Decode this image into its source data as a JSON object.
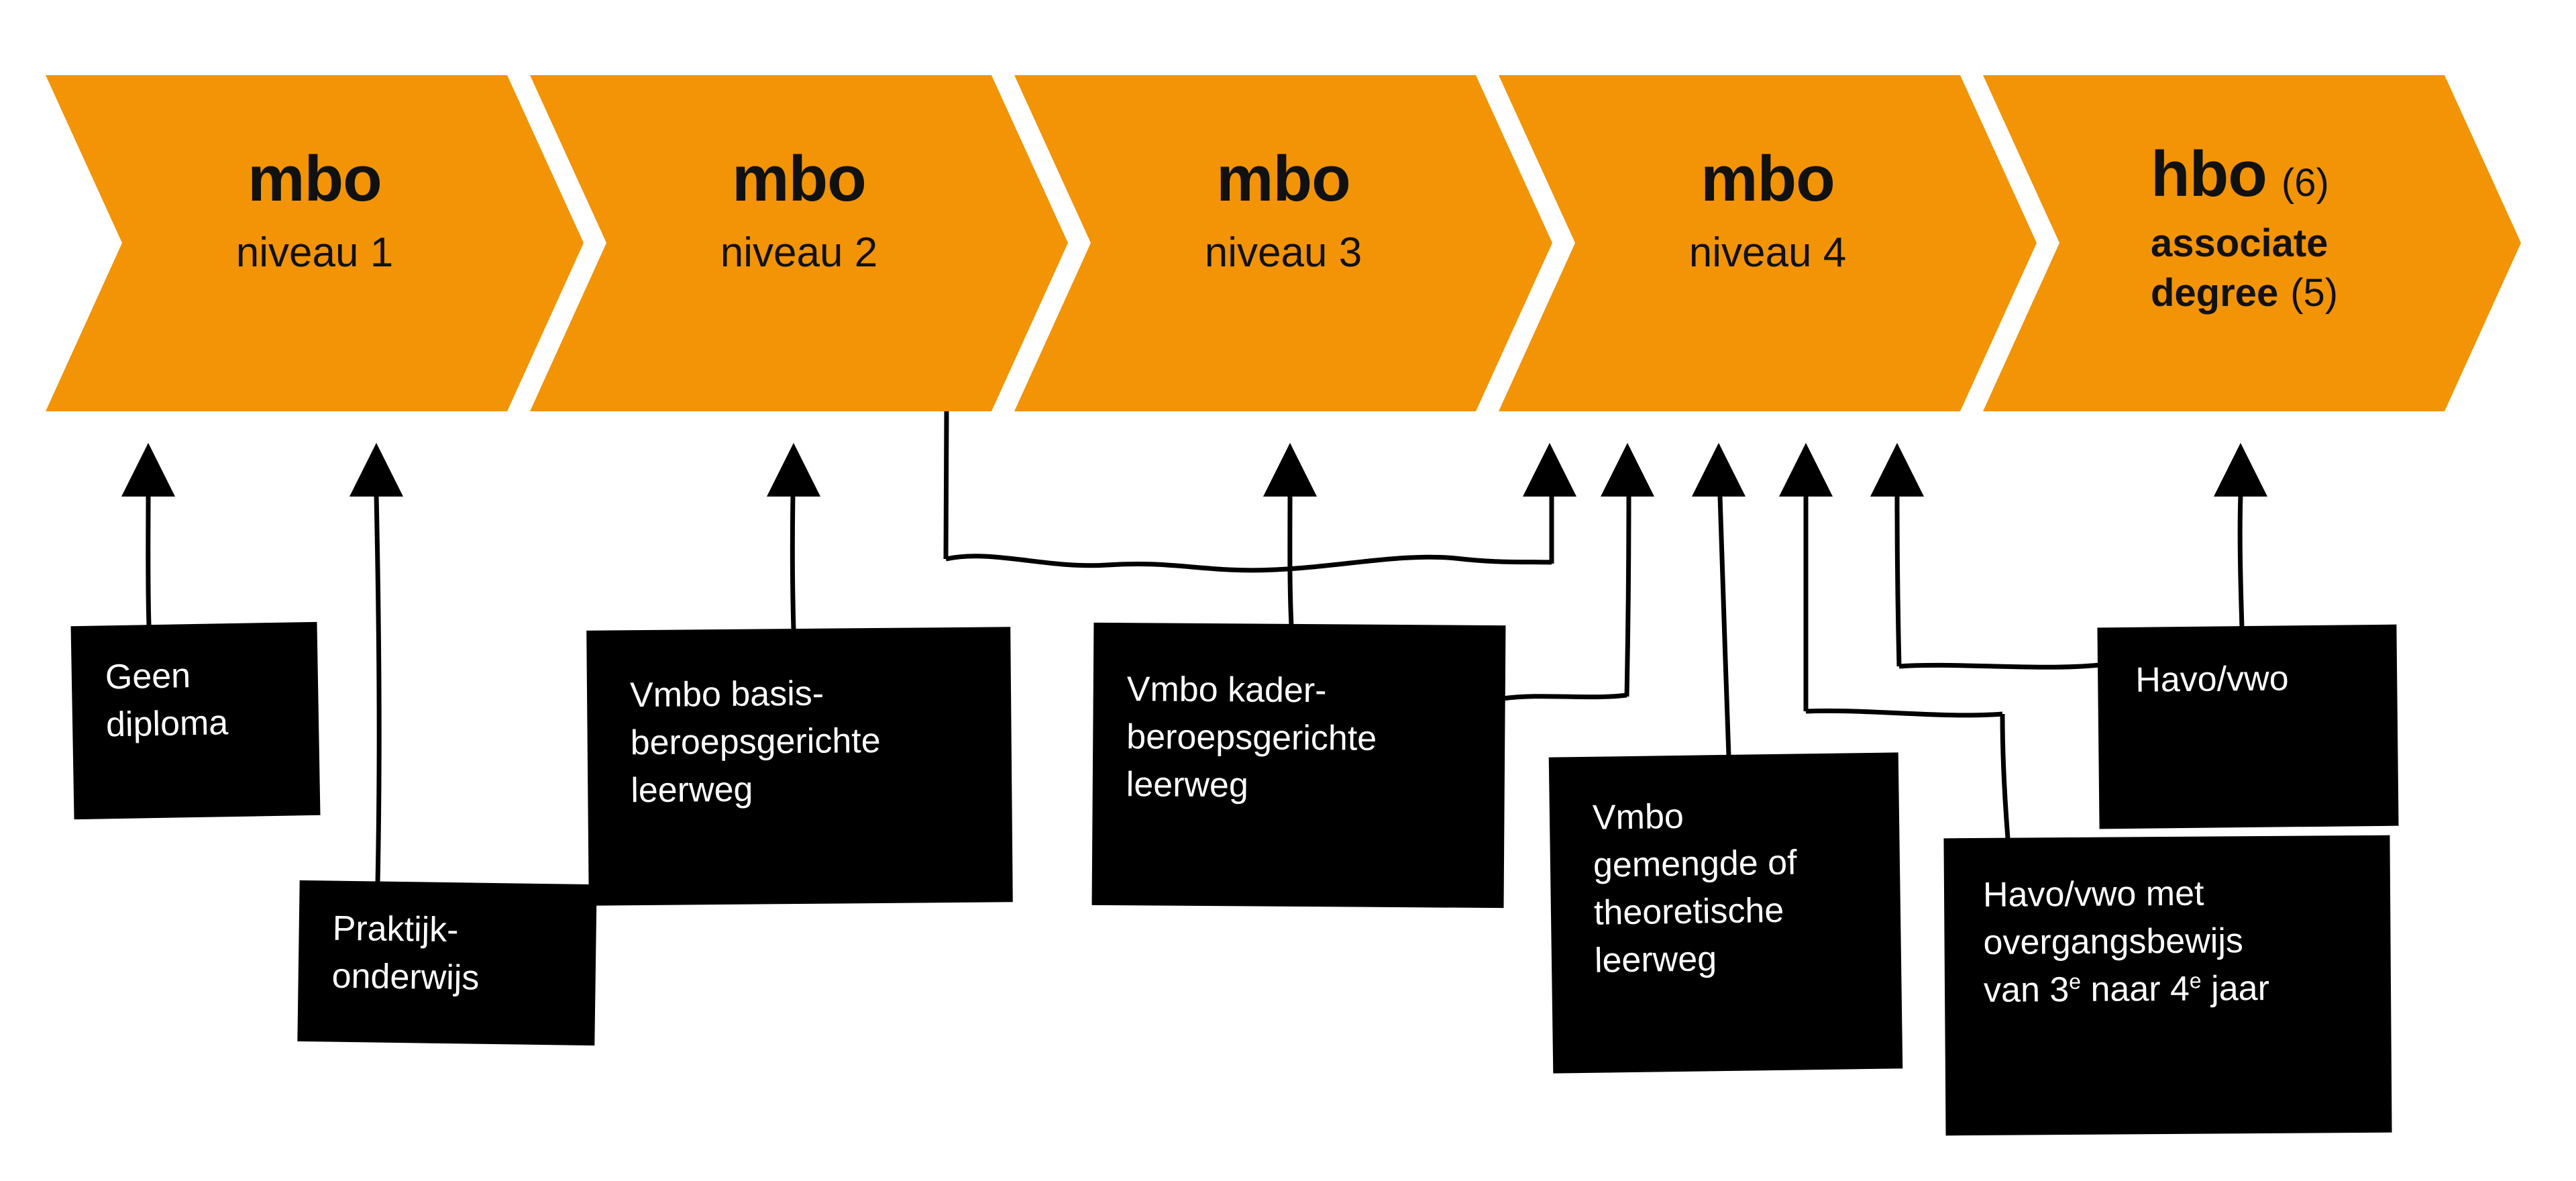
{
  "chevrons": [
    {
      "title": "mbo",
      "subtitle": "niveau 1"
    },
    {
      "title": "mbo",
      "subtitle": "niveau 2"
    },
    {
      "title": "mbo",
      "subtitle": "niveau 3"
    },
    {
      "title": "mbo",
      "subtitle": "niveau 4"
    },
    {
      "title": "hbo",
      "title_note": "(6)",
      "line2": "associate",
      "line3": "degree",
      "line3_note": "(5)"
    }
  ],
  "boxes": {
    "geen_diploma": {
      "line1": "Geen",
      "line2": "diploma"
    },
    "praktijkonderwijs": {
      "line1": "Praktijk-",
      "line2": "onderwijs"
    },
    "vmbo_basis": {
      "line1": "Vmbo basis-",
      "line2": "beroepsgerichte",
      "line3": "leerweg"
    },
    "vmbo_kader": {
      "line1": "Vmbo kader-",
      "line2": "beroepsgerichte",
      "line3": "leerweg"
    },
    "vmbo_gemengde": {
      "line1": "Vmbo",
      "line2": "gemengde of",
      "line3": "theoretische",
      "line4": "leerweg"
    },
    "havo_vwo_overgangsbewijs": {
      "line1": "Havo/vwo met",
      "line2": "overgangsbewijs",
      "line3_parts": [
        "van 3",
        "e",
        " naar 4",
        "e",
        " jaar"
      ]
    },
    "havo_vwo": {
      "line1": "Havo/vwo"
    }
  },
  "colors": {
    "chevron_orange": "#F29405",
    "chevron_text": "#111111",
    "box_background": "#000000",
    "box_text": "#FFFFFF",
    "connector_black": "#000000",
    "background": "#FFFFFF"
  }
}
